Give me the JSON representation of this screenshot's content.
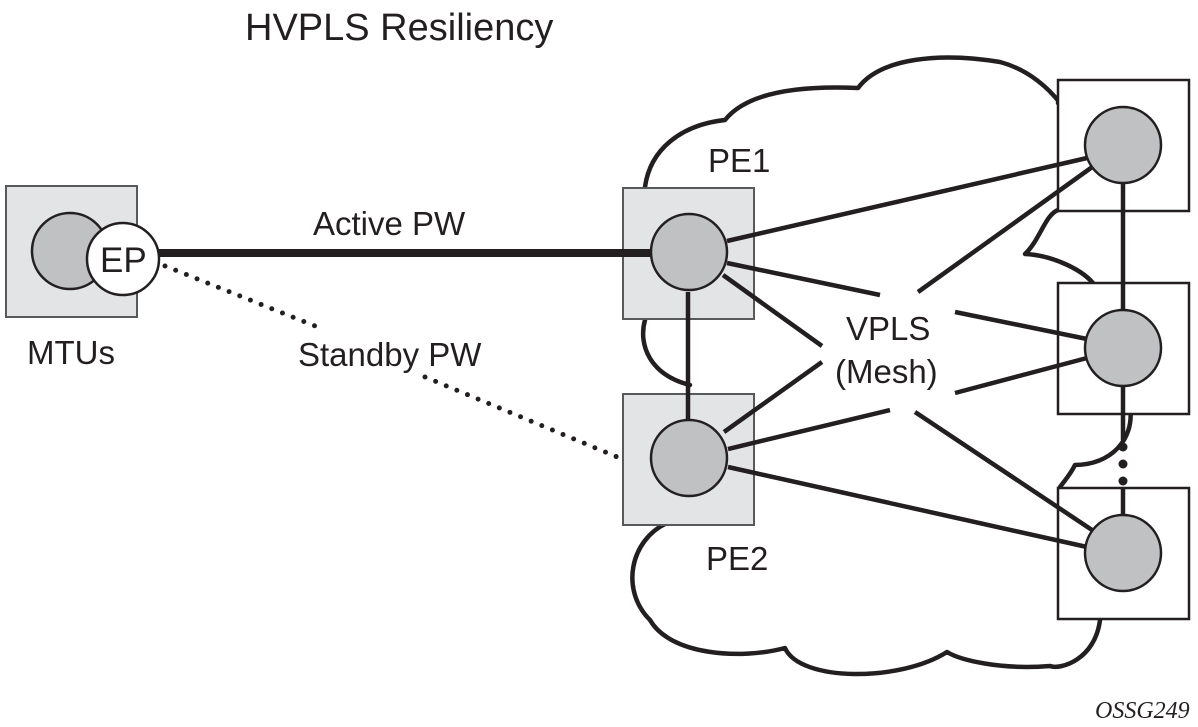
{
  "diagram": {
    "title": "HVPLS Resiliency",
    "figure_code": "OSSG249",
    "colors": {
      "stroke": "#231f20",
      "node_fill": "#c0c1c3",
      "pe_box_fill": "#e3e4e5",
      "ep_fill": "#ffffff"
    },
    "mtu": {
      "label": "MTUs",
      "endpoint_label": "EP"
    },
    "pe1": {
      "label": "PE1"
    },
    "pe2": {
      "label": "PE2"
    },
    "links": {
      "active_label": "Active PW",
      "standby_label": "Standby PW"
    },
    "mesh": {
      "label_line1": "VPLS",
      "label_line2": "(Mesh)"
    },
    "remote_nodes": [
      {
        "id": "remote-pe-1"
      },
      {
        "id": "remote-pe-2"
      },
      {
        "id": "remote-pe-3"
      }
    ]
  }
}
